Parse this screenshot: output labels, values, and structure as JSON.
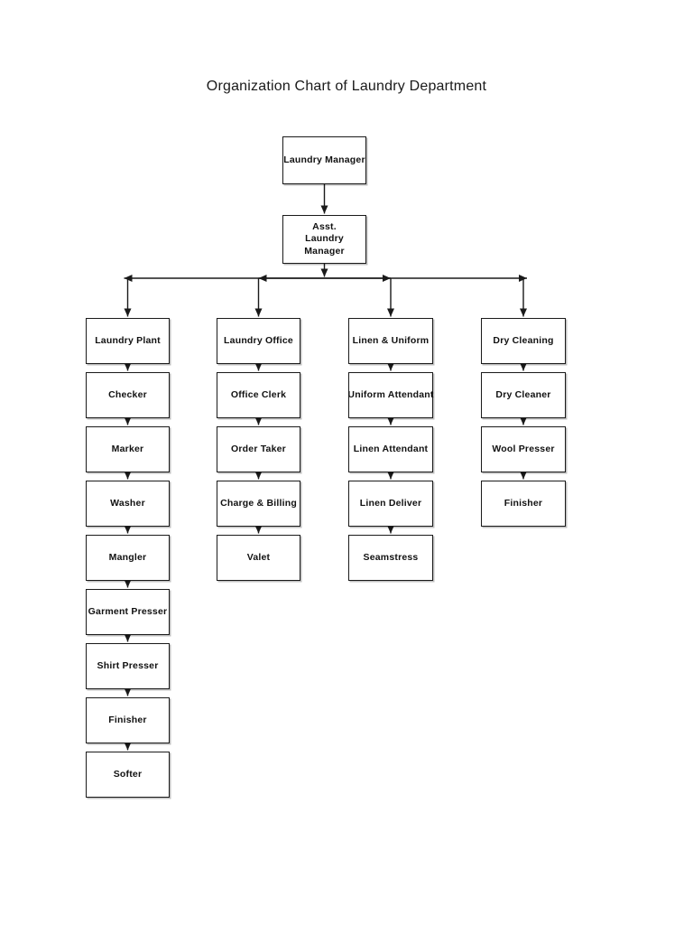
{
  "page": {
    "title": "Organization Chart of Laundry Department"
  },
  "org_chart": {
    "top": [
      {
        "label": "Laundry Manager"
      },
      {
        "label": "Asst. Laundry Manager"
      }
    ],
    "columns": [
      {
        "boxes": [
          "Laundry Plant",
          "Checker",
          "Marker",
          "Washer",
          "Mangler",
          "Garment Presser",
          "Shirt Presser",
          "Finisher",
          "Softer"
        ]
      },
      {
        "boxes": [
          "Laundry Office",
          "Office Clerk",
          "Order Taker",
          "Charge & Billing",
          "Valet"
        ]
      },
      {
        "boxes": [
          "Linen & Uniform",
          "Uniform Attendant",
          "Linen Attendant",
          "Linen Deliver",
          "Seamstress"
        ]
      },
      {
        "boxes": [
          "Dry Cleaning",
          "Dry Cleaner",
          "Wool Presser",
          "Finisher"
        ]
      }
    ],
    "line_color": "#1a1a1a",
    "box_border_color": "#1a1a1a",
    "text_color": "#111111",
    "background_color": "#ffffff"
  }
}
